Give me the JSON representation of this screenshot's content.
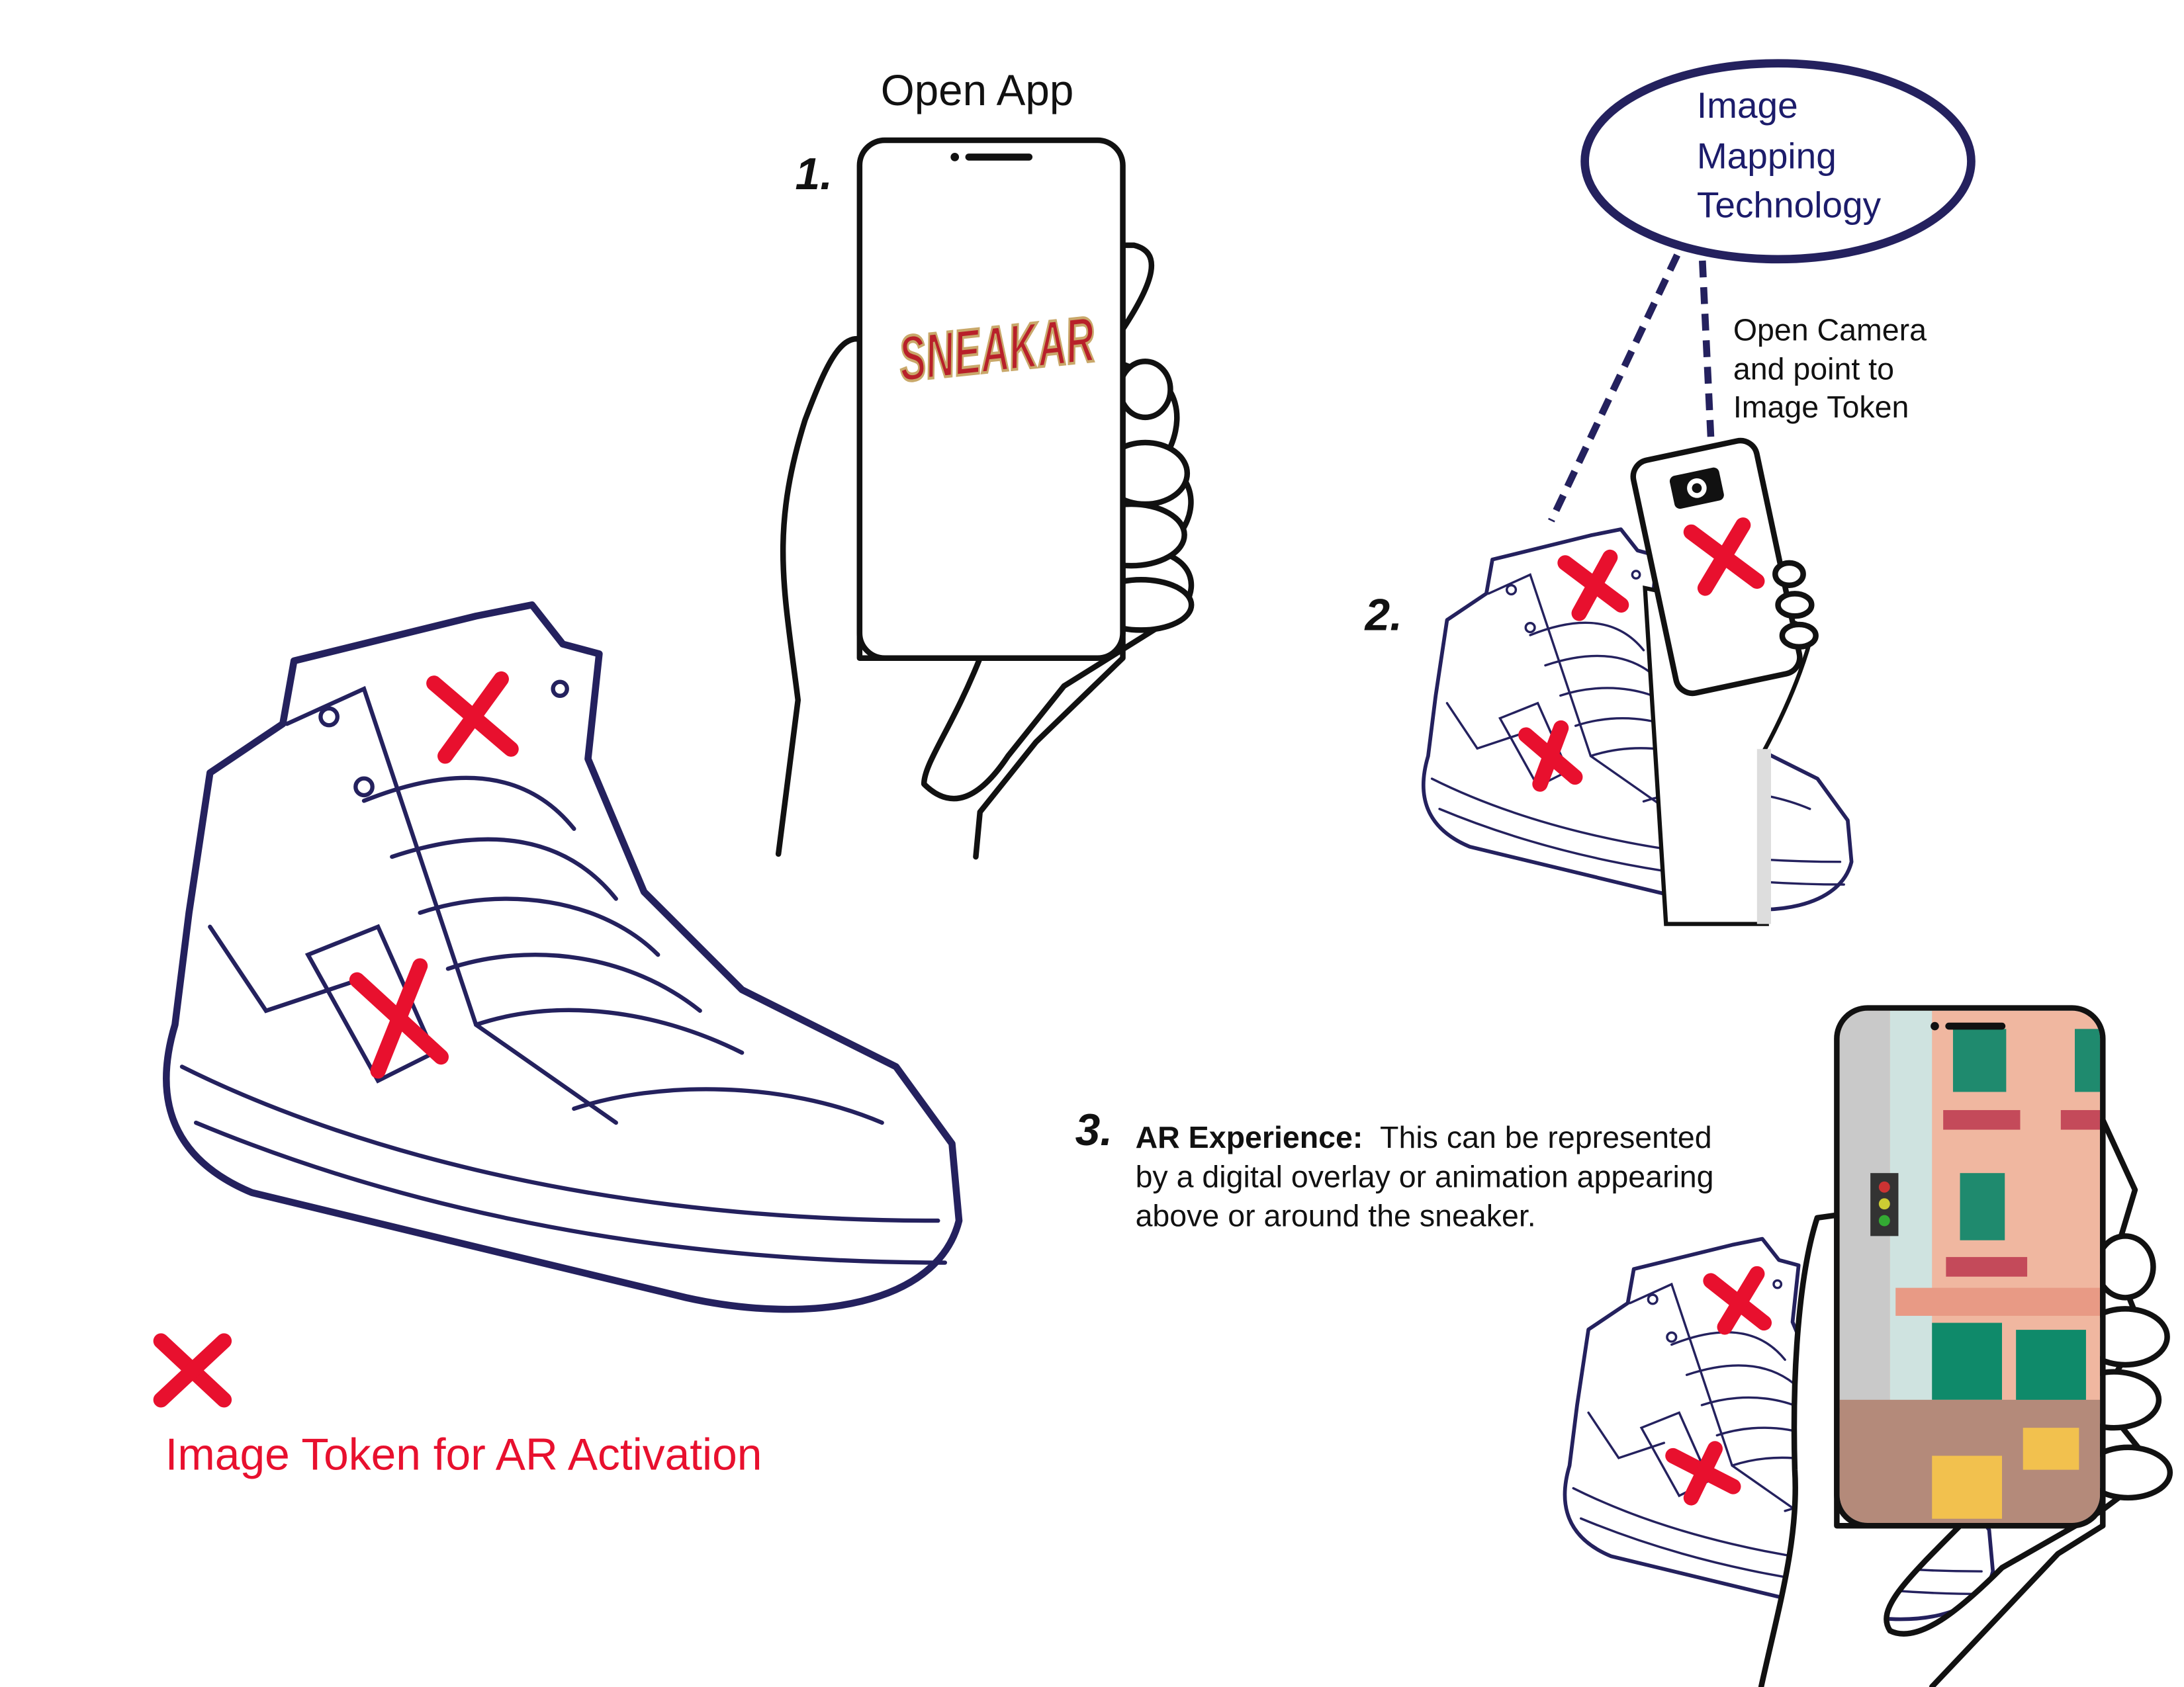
{
  "step1": {
    "number": "1.",
    "title": "Open App",
    "logo": "SNEAKAR"
  },
  "step2": {
    "number": "2.",
    "instruction_lines": [
      "Open Camera",
      "and point to",
      "Image Token"
    ]
  },
  "bubble": {
    "lines": [
      "Image",
      "Mapping",
      "Technology"
    ]
  },
  "step3": {
    "number": "3.",
    "bold_label": "AR Experience:",
    "lines": [
      "This can be represented",
      "by a digital overlay or animation appearing",
      "above or around the sneaker."
    ]
  },
  "legend": {
    "label": "Image Token for AR Activation",
    "icon": "red-x-icon"
  },
  "colors": {
    "navy": "#24215e",
    "token_red": "#e8102e",
    "logo_red": "#b8202a",
    "logo_gold": "#c9a86a",
    "building_pink": "#f0b7a0"
  }
}
